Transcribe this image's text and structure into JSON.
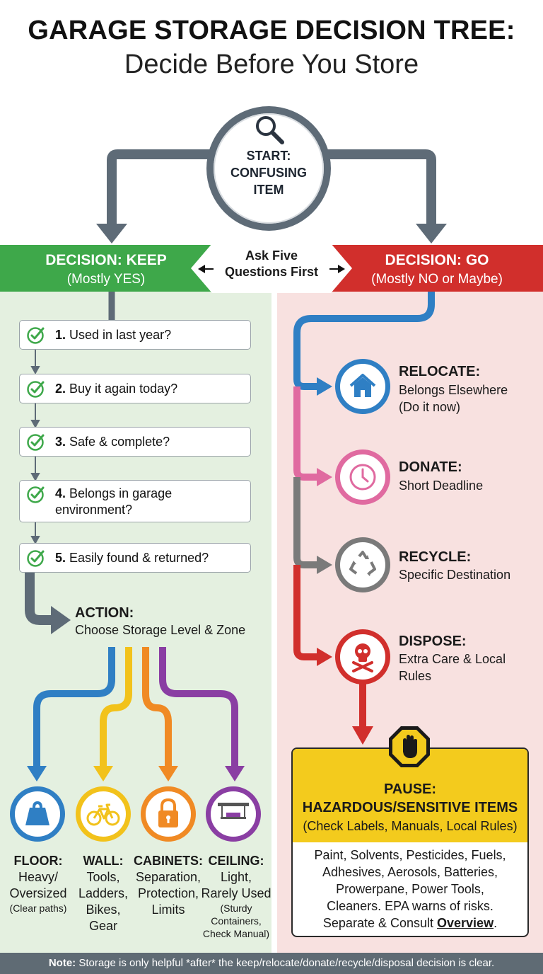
{
  "title": {
    "line1": "GARAGE STORAGE DECISION TREE:",
    "line2": "Decide Before You Store"
  },
  "start": {
    "line1": "START:",
    "line2": "CONFUSING",
    "line3": "ITEM",
    "icon": "magnifier-icon"
  },
  "keep": {
    "title": "DECISION: KEEP",
    "subtitle": "(Mostly YES)",
    "color": "#3ea84a"
  },
  "go": {
    "title": "DECISION: GO",
    "subtitle": "(Mostly NO or Maybe)",
    "color": "#d12f2c"
  },
  "ask": {
    "line1": "Ask Five",
    "line2": "Questions First"
  },
  "questions": [
    {
      "num": "1.",
      "text": "Used in last year?"
    },
    {
      "num": "2.",
      "text": "Buy it again today?"
    },
    {
      "num": "3.",
      "text": "Safe & complete?"
    },
    {
      "num": "4.",
      "text": "Belongs in garage",
      "text2": "environment?"
    },
    {
      "num": "5.",
      "text": "Easily found & returned?"
    }
  ],
  "action": {
    "title": "ACTION:",
    "subtitle": "Choose Storage Level & Zone"
  },
  "storage": [
    {
      "title": "FLOOR:",
      "lines": [
        "Heavy/",
        "Oversized"
      ],
      "note": "(Clear paths)",
      "icon": "weight-icon",
      "color": "#2f7fc4"
    },
    {
      "title": "WALL:",
      "lines": [
        "Tools,",
        "Ladders,",
        "Bikes,",
        "Gear"
      ],
      "note": "",
      "icon": "bicycle-icon",
      "color": "#f2c21b"
    },
    {
      "title": "CABINETS:",
      "lines": [
        "Separation,",
        "Protection,",
        "Limits"
      ],
      "note": "",
      "icon": "padlock-icon",
      "color": "#f08a24"
    },
    {
      "title": "CEILING:",
      "lines": [
        "Light,",
        "Rarely Used"
      ],
      "note": "(Sturdy",
      "note2": "Containers,",
      "note3": "Check Manual)",
      "icon": "ceiling-rack-icon",
      "color": "#8a3ea3"
    }
  ],
  "go_options": [
    {
      "title": "RELOCATE:",
      "lines": [
        "Belongs Elsewhere",
        "(Do it now)"
      ],
      "icon": "house-icon",
      "color": "#2f7fc4"
    },
    {
      "title": "DONATE:",
      "lines": [
        "Short Deadline"
      ],
      "icon": "clock-icon",
      "color": "#e06aa0"
    },
    {
      "title": "RECYCLE:",
      "lines": [
        "Specific Destination"
      ],
      "icon": "recycle-icon",
      "color": "#7a7a7a"
    },
    {
      "title": "DISPOSE:",
      "lines": [
        "Extra Care & Local",
        "Rules"
      ],
      "icon": "skull-crossbones-icon",
      "color": "#d12f2c"
    }
  ],
  "pause": {
    "title": "PAUSE:",
    "subtitle": "HAZARDOUS/SENSITIVE ITEMS",
    "subtitle2": "(Check Labels, Manuals, Local Rules)",
    "body_lines": [
      "Paint, Solvents, Pesticides, Fuels,",
      "Adhesives, Aerosols, Batteries,",
      "Prowerpane, Power Tools,",
      "Cleaners. EPA warns of risks."
    ],
    "body_last_prefix": "Separate & Consult ",
    "body_last_link": "Overview",
    "body_last_suffix": ".",
    "icon": "stop-hand-icon",
    "color": "#f3cb1d"
  },
  "footer": {
    "label": "Note:",
    "text": " Storage is only helpful *after* the keep/relocate/donate/recycle/disposal decision is clear."
  }
}
